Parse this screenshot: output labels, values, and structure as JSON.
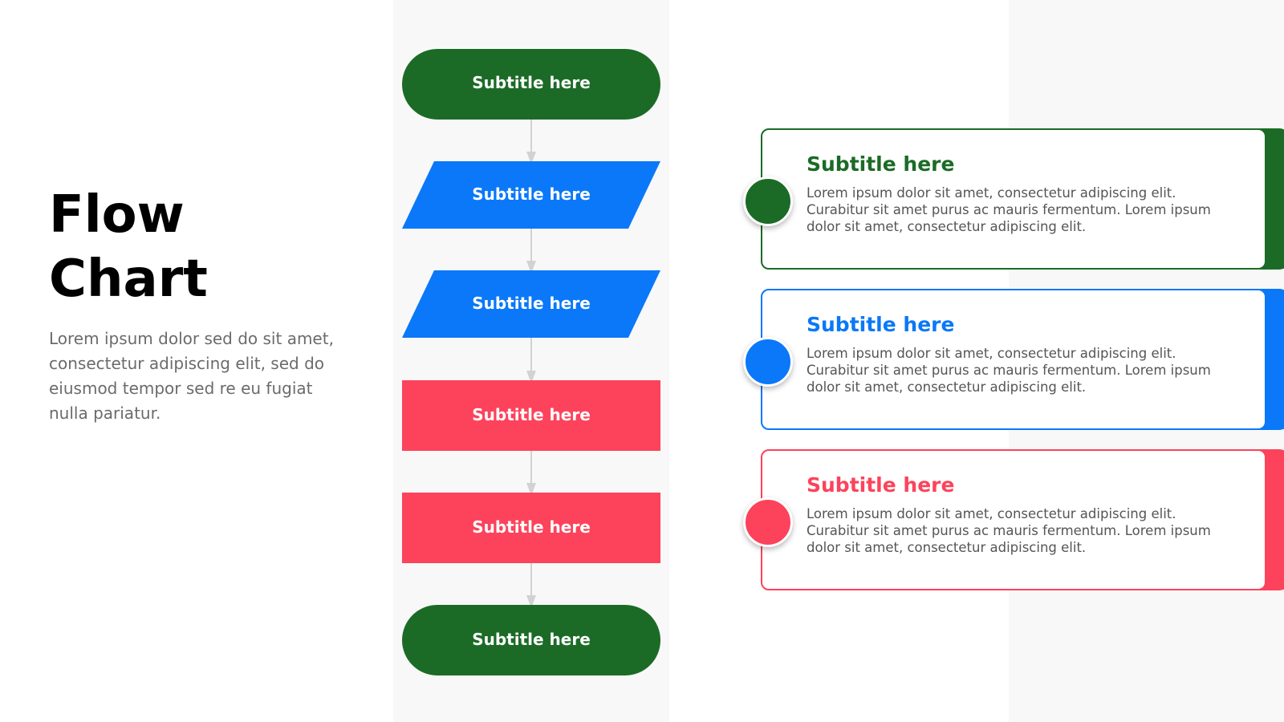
{
  "slide": {
    "title_line1": "Flow",
    "title_line2": "Chart",
    "intro": "Lorem ipsum dolor sed do sit amet, consectetur adipiscing elit, sed do eiusmod tempor sed re eu fugiat nulla pariatur."
  },
  "colors": {
    "green": "#1b6b26",
    "blue": "#0a78f8",
    "red": "#fc435b",
    "connector": "#d2d2d2",
    "band": "#f8f8f9"
  },
  "flow": {
    "nodes": [
      {
        "label": "Subtitle here",
        "shape": "terminal",
        "color": "green"
      },
      {
        "label": "Subtitle here",
        "shape": "parallelogram",
        "color": "blue"
      },
      {
        "label": "Subtitle here",
        "shape": "parallelogram",
        "color": "blue"
      },
      {
        "label": "Subtitle here",
        "shape": "rectangle",
        "color": "red"
      },
      {
        "label": "Subtitle here",
        "shape": "rectangle",
        "color": "red"
      },
      {
        "label": "Subtitle here",
        "shape": "terminal",
        "color": "green"
      }
    ]
  },
  "cards": [
    {
      "title": "Subtitle here",
      "text": "Lorem ipsum dolor sit amet, consectetur adipiscing elit. Curabitur sit amet purus ac mauris fermentum. Lorem ipsum dolor sit amet, consectetur adipiscing elit.",
      "color": "green"
    },
    {
      "title": "Subtitle here",
      "text": "Lorem ipsum dolor sit amet, consectetur adipiscing elit. Curabitur sit amet purus ac mauris fermentum. Lorem ipsum dolor sit amet, consectetur adipiscing elit.",
      "color": "blue"
    },
    {
      "title": "Subtitle here",
      "text": "Lorem ipsum dolor sit amet, consectetur adipiscing elit. Curabitur sit amet purus ac mauris fermentum. Lorem ipsum dolor sit amet, consectetur adipiscing elit.",
      "color": "red"
    }
  ]
}
